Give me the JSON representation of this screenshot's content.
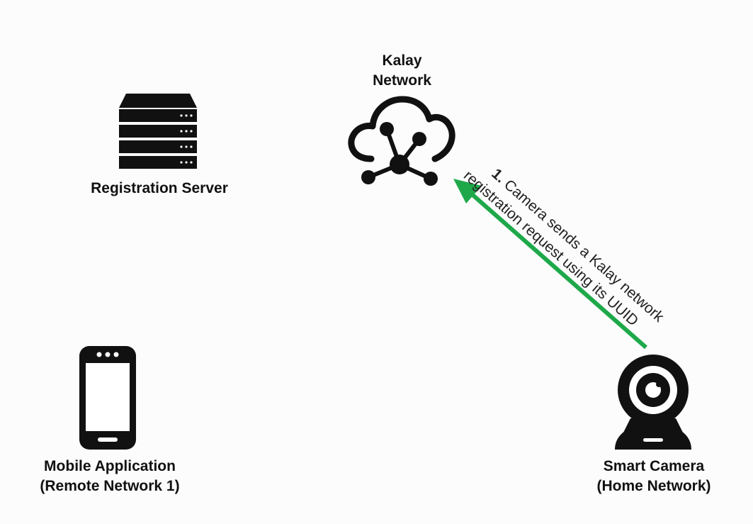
{
  "nodes": {
    "kalay": {
      "lines": [
        "Kalay",
        "Network"
      ],
      "icon": "cloud-network-icon"
    },
    "registration": {
      "lines": [
        "Registration Server"
      ],
      "icon": "server-stack-icon"
    },
    "mobile": {
      "lines": [
        "Mobile Application",
        "(Remote Network 1)"
      ],
      "icon": "smartphone-icon"
    },
    "camera": {
      "lines": [
        "Smart Camera",
        "(Home Network)"
      ],
      "icon": "webcam-icon"
    }
  },
  "step": {
    "number": "1.",
    "line1": "Camera sends a Kalay network",
    "line2": "registration request using its UUID"
  },
  "colors": {
    "arrow": "#1ea84a",
    "icon": "#111111",
    "background": "#fbfcfb"
  }
}
